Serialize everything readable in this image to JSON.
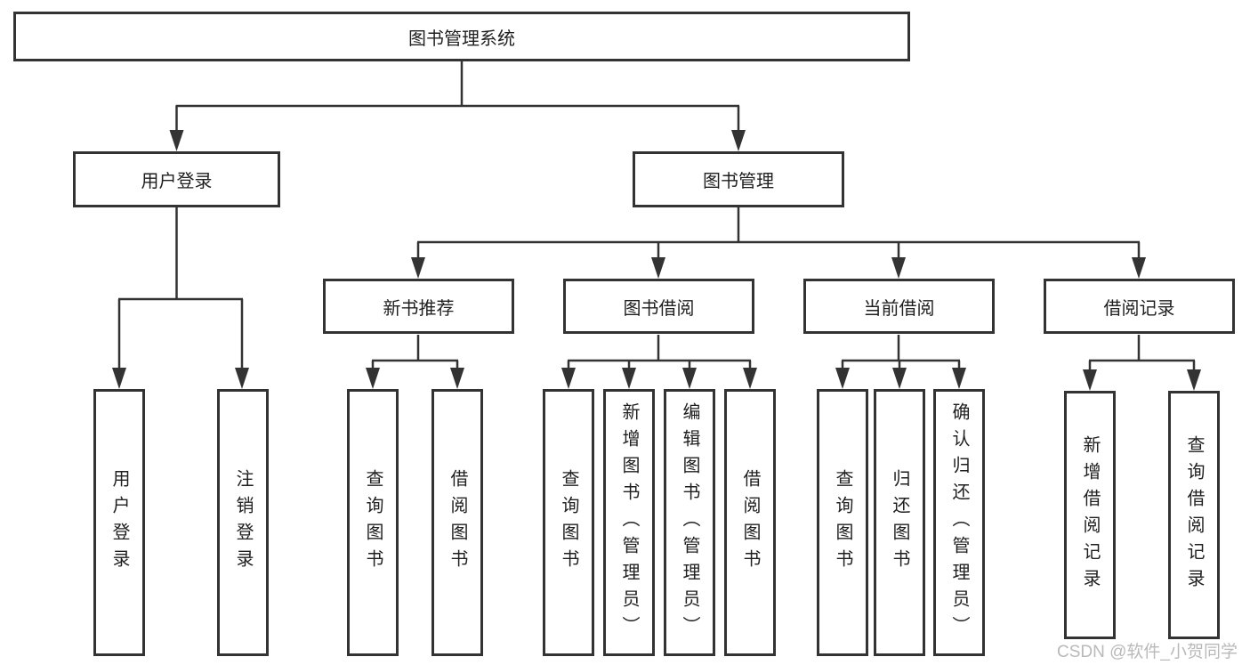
{
  "tree": {
    "root": {
      "label": "图书管理系统",
      "children": [
        {
          "label": "用户登录",
          "children": [
            {
              "label": "用户登录"
            },
            {
              "label": "注销登录"
            }
          ]
        },
        {
          "label": "图书管理",
          "children": [
            {
              "label": "新书推荐",
              "children": [
                {
                  "label": "查询图书"
                },
                {
                  "label": "借阅图书"
                }
              ]
            },
            {
              "label": "图书借阅",
              "children": [
                {
                  "label": "查询图书"
                },
                {
                  "label": "新增图书（管理员）"
                },
                {
                  "label": "编辑图书（管理员）"
                },
                {
                  "label": "借阅图书"
                }
              ]
            },
            {
              "label": "当前借阅",
              "children": [
                {
                  "label": "查询图书"
                },
                {
                  "label": "归还图书"
                },
                {
                  "label": "确认归还（管理员）"
                }
              ]
            },
            {
              "label": "借阅记录",
              "children": [
                {
                  "label": "新增借阅记录"
                },
                {
                  "label": "查询借阅记录"
                }
              ]
            }
          ]
        }
      ]
    }
  },
  "watermark": "CSDN @软件_小贺同学",
  "colors": {
    "line": "#333333",
    "box_border": "#333333",
    "box_fill": "#ffffff",
    "text": "#1f1f1f",
    "watermark": "#b9b9b9",
    "background": "#ffffff"
  }
}
